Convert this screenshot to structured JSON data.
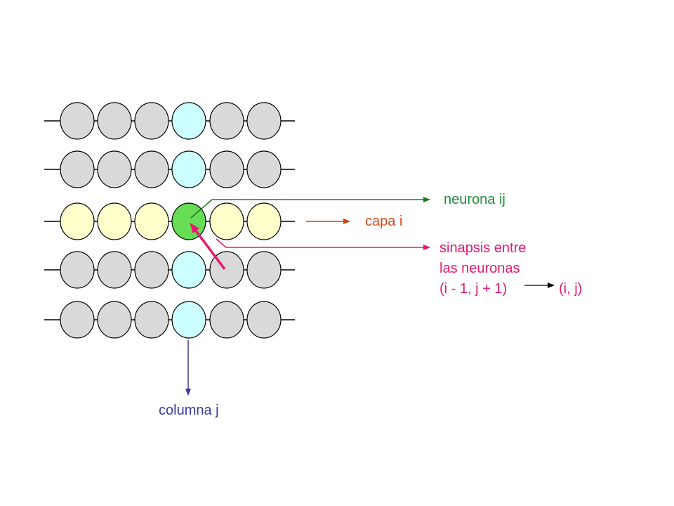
{
  "diagram": {
    "rows": [
      {
        "cells": [
          "gray",
          "gray",
          "gray",
          "cyan",
          "gray",
          "gray"
        ]
      },
      {
        "cells": [
          "gray",
          "gray",
          "gray",
          "cyan",
          "gray",
          "gray"
        ]
      },
      {
        "cells": [
          "yellow",
          "yellow",
          "yellow",
          "green",
          "yellow",
          "yellow"
        ]
      },
      {
        "cells": [
          "gray",
          "gray",
          "gray",
          "cyan",
          "gray",
          "gray"
        ]
      },
      {
        "cells": [
          "gray",
          "gray",
          "gray",
          "cyan",
          "gray",
          "gray"
        ]
      }
    ],
    "labels": {
      "neurona": "neurona ij",
      "capa": "capa i",
      "sinapsis_line1": "sinapsis entre",
      "sinapsis_line2": "las neuronas",
      "sinapsis_from": "(i - 1, j + 1)",
      "sinapsis_to": "(i, j)",
      "columna": "columna j"
    },
    "colors": {
      "gray": "#d9d9d9",
      "cyan": "#ccffff",
      "yellow": "#ffffcc",
      "green": "#66dd55",
      "neuron_arrow": "#1f7a1f",
      "layer_arrow": "#cc4400",
      "synapse_arrow": "#e8186e",
      "column_arrow": "#3a3aa0",
      "neuron_text": "#1f8f3a",
      "layer_text": "#d9461a",
      "synapse_text": "#e8186e",
      "column_text": "#3a3aa0"
    }
  }
}
